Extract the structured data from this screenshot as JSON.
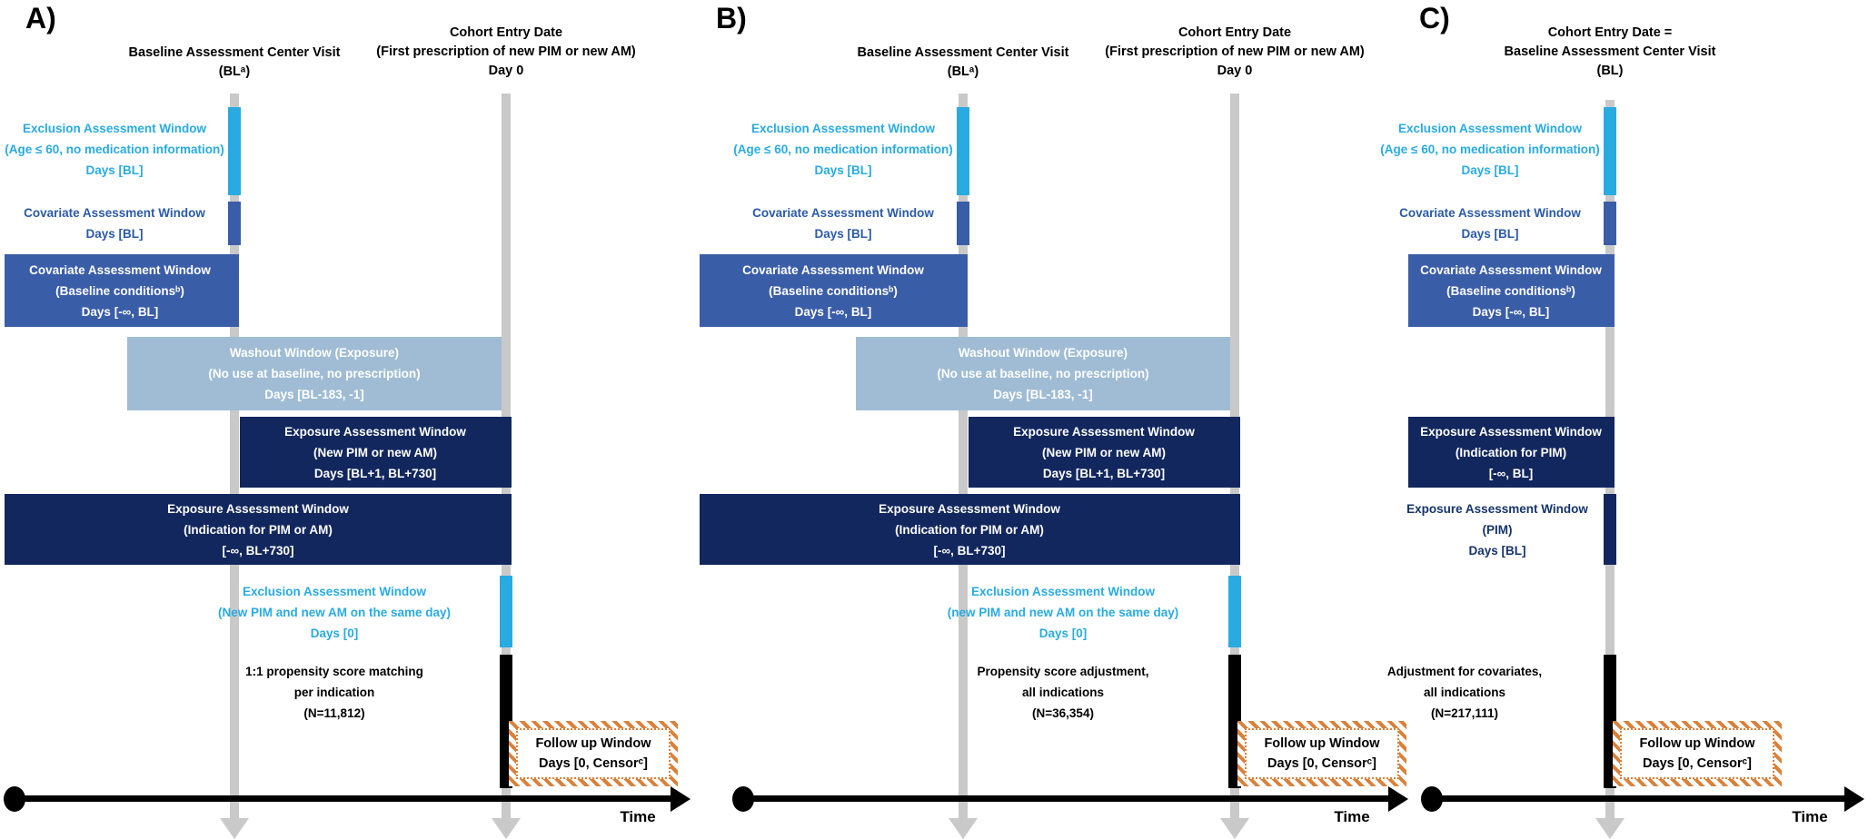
{
  "figure": {
    "type": "study-design-timeline",
    "colors": {
      "cyan": "#29ABE2",
      "medium_blue": "#3A5DA8",
      "steel_blue": "#9FBCD4",
      "navy": "#12275E",
      "orange_hatch": "#D9813B",
      "gray_line": "#C9C9C9",
      "black": "#000000"
    }
  },
  "panels": [
    {
      "label": "A)",
      "bl_header": {
        "l1": "Baseline Assessment Center Visit",
        "l2": "(BLᵃ)"
      },
      "entry_header": {
        "l1": "Cohort Entry Date",
        "l2": "(First prescription of new PIM or new AM)",
        "l3": "Day 0"
      },
      "exclusion_bl": {
        "l1": "Exclusion Assessment Window",
        "l2": "(Age ≤ 60, no medication information)",
        "l3": "Days [BL]"
      },
      "covariate_bl": {
        "l1": "Covariate Assessment Window",
        "l2": "Days [BL]"
      },
      "covariate_baseline": {
        "l1": "Covariate Assessment Window",
        "l2": "(Baseline conditionsᵇ)",
        "l3": "Days [-∞, BL]"
      },
      "washout": {
        "l1": "Washout Window (Exposure)",
        "l2": "(No use at baseline, no prescription)",
        "l3": "Days [BL-183, -1]"
      },
      "exposure_new": {
        "l1": "Exposure Assessment Window",
        "l2": "(New PIM or new AM)",
        "l3": "Days [BL+1, BL+730]"
      },
      "exposure_indication": {
        "l1": "Exposure Assessment Window",
        "l2": "(Indication for PIM or AM)",
        "l3": "[-∞, BL+730]"
      },
      "exclusion_day0": {
        "l1": "Exclusion Assessment Window",
        "l2": "(New PIM and new AM on the same day)",
        "l3": "Days [0]"
      },
      "analysis": {
        "l1": "1:1 propensity score matching",
        "l2": "per indication",
        "l3": "(N=11,812)"
      },
      "followup": {
        "l1": "Follow up Window",
        "l2": "Days [0, Censorᶜ]"
      },
      "time": "Time"
    },
    {
      "label": "B)",
      "bl_header": {
        "l1": "Baseline Assessment Center Visit",
        "l2": "(BLᵃ)"
      },
      "entry_header": {
        "l1": "Cohort Entry Date",
        "l2": "(First prescription of new PIM or new AM)",
        "l3": "Day 0"
      },
      "exclusion_bl": {
        "l1": "Exclusion Assessment Window",
        "l2": "(Age ≤ 60, no medication information)",
        "l3": "Days [BL]"
      },
      "covariate_bl": {
        "l1": "Covariate Assessment Window",
        "l2": "Days [BL]"
      },
      "covariate_baseline": {
        "l1": "Covariate Assessment Window",
        "l2": "(Baseline conditionsᵇ)",
        "l3": "Days [-∞, BL]"
      },
      "washout": {
        "l1": "Washout Window (Exposure)",
        "l2": "(No use at baseline, no prescription)",
        "l3": "Days [BL-183, -1]"
      },
      "exposure_new": {
        "l1": "Exposure Assessment Window",
        "l2": "(New PIM or new AM)",
        "l3": "Days [BL+1, BL+730]"
      },
      "exposure_indication": {
        "l1": "Exposure Assessment Window",
        "l2": "(Indication for PIM or AM)",
        "l3": "[-∞, BL+730]"
      },
      "exclusion_day0": {
        "l1": "Exclusion Assessment Window",
        "l2": "(new PIM and new AM on the same day)",
        "l3": "Days [0]"
      },
      "analysis": {
        "l1": "Propensity score adjustment,",
        "l2": "all indications",
        "l3": "(N=36,354)"
      },
      "followup": {
        "l1": "Follow up Window",
        "l2": "Days [0, Censorᶜ]"
      },
      "time": "Time"
    },
    {
      "label": "C)",
      "header": {
        "l1": "Cohort Entry Date =",
        "l2": "Baseline Assessment Center Visit",
        "l3": "(BL)"
      },
      "exclusion_bl": {
        "l1": "Exclusion Assessment Window",
        "l2": "(Age ≤ 60, no medication information)",
        "l3": "Days [BL]"
      },
      "covariate_bl": {
        "l1": "Covariate Assessment Window",
        "l2": "Days [BL]"
      },
      "covariate_baseline": {
        "l1": "Covariate Assessment Window",
        "l2": "(Baseline conditionsᵇ)",
        "l3": "Days [-∞, BL]"
      },
      "exposure_indication": {
        "l1": "Exposure Assessment Window",
        "l2": "(Indication for PIM)",
        "l3": "[-∞, BL]"
      },
      "exposure_pim": {
        "l1": "Exposure Assessment Window",
        "l2": "(PIM)",
        "l3": "Days [BL]"
      },
      "analysis": {
        "l1": "Adjustment for covariates,",
        "l2": "all indications",
        "l3": "(N=217,111)"
      },
      "followup": {
        "l1": "Follow up Window",
        "l2": "Days [0, Censorᶜ]"
      },
      "time": "Time"
    }
  ]
}
